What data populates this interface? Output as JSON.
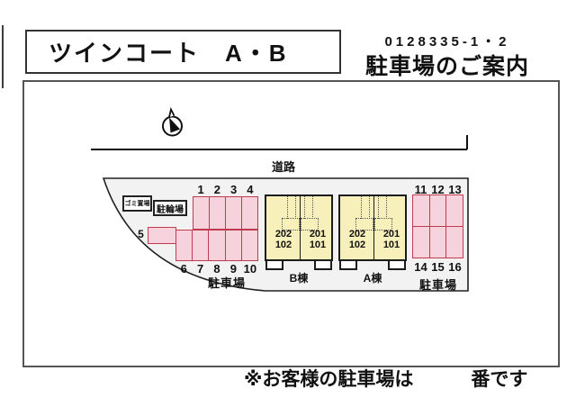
{
  "header": {
    "title": "ツインコート　A・B",
    "code": "0128335-1・2",
    "subtitle": "駐車場のご案内"
  },
  "map": {
    "road_label": "道路",
    "waste_label": "ゴミ置場",
    "bicycle_label": "駐輪場",
    "left_parking": {
      "label": "駐車場",
      "top_row": [
        "1",
        "2",
        "3",
        "4"
      ],
      "side_space": "5",
      "bottom_row": [
        "6",
        "7",
        "8",
        "9",
        "10"
      ]
    },
    "building_b": {
      "label": "B棟",
      "left_unit": [
        "202",
        "102"
      ],
      "right_unit": [
        "201",
        "101"
      ]
    },
    "building_a": {
      "label": "A棟",
      "left_unit": [
        "202",
        "102"
      ],
      "right_unit": [
        "201",
        "101"
      ]
    },
    "right_parking": {
      "label": "駐車場",
      "top_row": [
        "11",
        "12",
        "13"
      ],
      "bottom_row": [
        "14",
        "15",
        "16"
      ]
    }
  },
  "footer": {
    "note_prefix": "※お客様の駐車場は",
    "note_suffix": "番です"
  },
  "colors": {
    "parking_fill": "#f6d3dc",
    "parking_border": "#c23a50",
    "building_fill": "#f8f0ba",
    "site_fill": "#f2f2f2",
    "line": "#1b1b1b"
  }
}
